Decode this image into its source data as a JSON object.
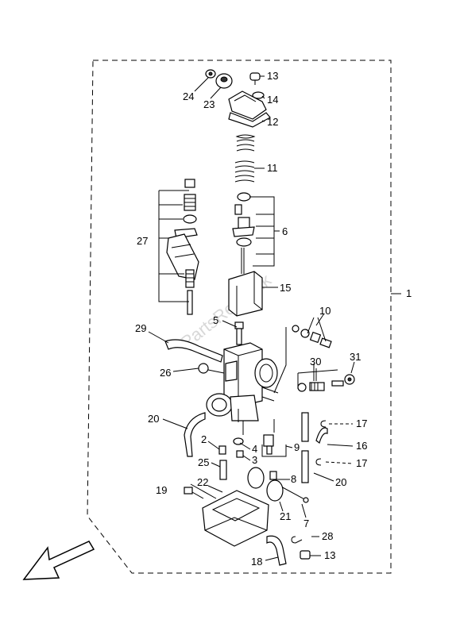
{
  "diagram": {
    "watermark": "PartsRepublik",
    "callouts": [
      "1",
      "2",
      "3",
      "4",
      "5",
      "6",
      "7",
      "8",
      "9",
      "10",
      "11",
      "12",
      "13",
      "14",
      "15",
      "16",
      "17",
      "18",
      "19",
      "20",
      "21",
      "22",
      "23",
      "24",
      "25",
      "26",
      "27",
      "28",
      "29",
      "30",
      "31"
    ],
    "labels": {
      "n1": "1",
      "n2": "2",
      "n3": "3",
      "n4": "4",
      "n5": "5",
      "n6": "6",
      "n7": "7",
      "n8": "8",
      "n9": "9",
      "n10": "10",
      "n11": "11",
      "n12": "12",
      "n13a": "13",
      "n13b": "13",
      "n14": "14",
      "n15": "15",
      "n16": "16",
      "n17a": "17",
      "n17b": "17",
      "n18": "18",
      "n19": "19",
      "n20a": "20",
      "n20b": "20",
      "n21": "21",
      "n22": "22",
      "n23": "23",
      "n24": "24",
      "n25": "25",
      "n26": "26",
      "n27": "27",
      "n28": "28",
      "n29": "29",
      "n30": "30",
      "n31": "31"
    }
  }
}
